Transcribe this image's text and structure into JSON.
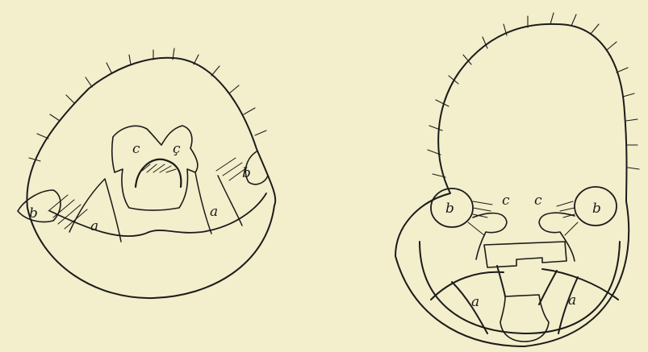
{
  "figures": [
    {
      "id": "left",
      "labels": {
        "a1": "a",
        "a2": "a",
        "b1": "b",
        "b2": "b",
        "c1": "c",
        "c2": "ç"
      }
    },
    {
      "id": "right",
      "labels": {
        "a1": "a",
        "a2": "a",
        "b1": "b",
        "b2": "b",
        "c1": "c",
        "c2": "c"
      }
    }
  ],
  "colors": {
    "background": "#f3eecb",
    "ink": "#1b1b1b"
  }
}
